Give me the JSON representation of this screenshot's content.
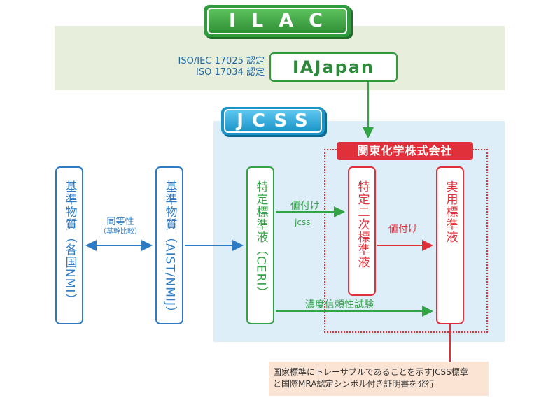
{
  "ilac": {
    "label": "ILAC"
  },
  "iso_lines": [
    "ISO/IEC 17025 認定",
    "ISO 17034 認定"
  ],
  "iajapan": {
    "label": "IAJapan"
  },
  "jcss": {
    "label": "JCSS"
  },
  "company": {
    "label": "関東化学株式会社"
  },
  "boxes": {
    "nmi": "基準物質（各国NMI）",
    "aist": "基準物質（AIST/NMIJ）",
    "ceri": "特定標準液（CERI）",
    "secondary": "特定二次標準液",
    "working": "実用標準液"
  },
  "edges": {
    "equivalence": "同等性",
    "equivalence_sub": "（基幹比較）",
    "valuation_1": "値付け",
    "jcss_small": "jcss",
    "valuation_2": "値付け",
    "reliability_test": "濃度信頼性試験"
  },
  "note": {
    "line1": "国家標準にトレーサブルであることを示すJCSS標章",
    "line2": "と国際MRA認定シンボル付き証明書を発行"
  },
  "colors": {
    "green": "#33a446",
    "blue": "#2c7bc4",
    "red": "#e0303a",
    "light_green_band": "#e7efdc",
    "light_blue_band": "#ddeef9",
    "note_bg": "#fbe4d4"
  }
}
